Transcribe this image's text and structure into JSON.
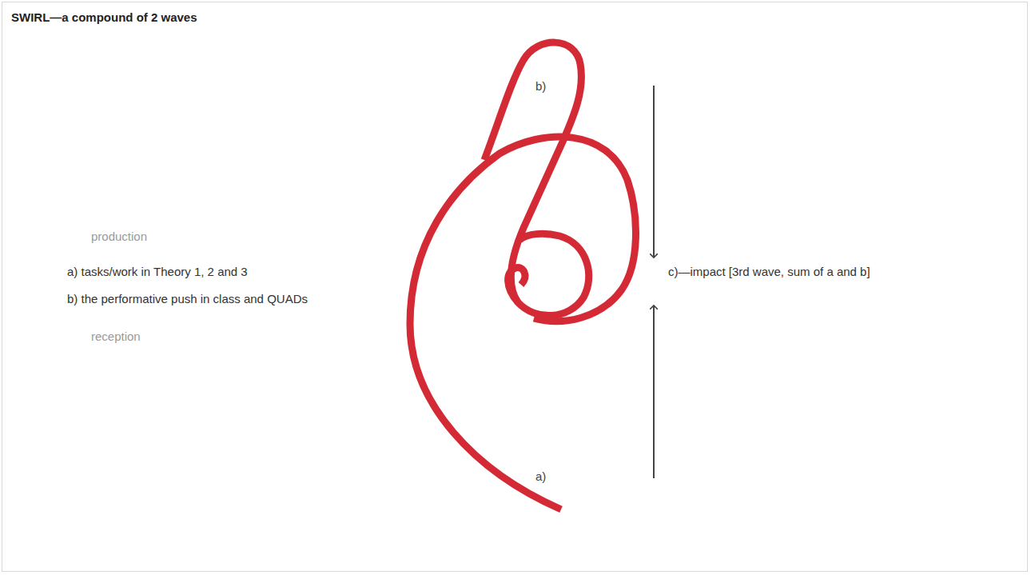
{
  "diagram": {
    "title": "SWIRL—a compound of 2 waves",
    "labels": [
      "production",
      "a) tasks/work in Theory 1, 2 and 3",
      "b) the performative push in class and QUADs",
      "reception",
      "b)",
      "a)",
      "c)—impact [3rd wave, sum of a and b]"
    ]
  }
}
